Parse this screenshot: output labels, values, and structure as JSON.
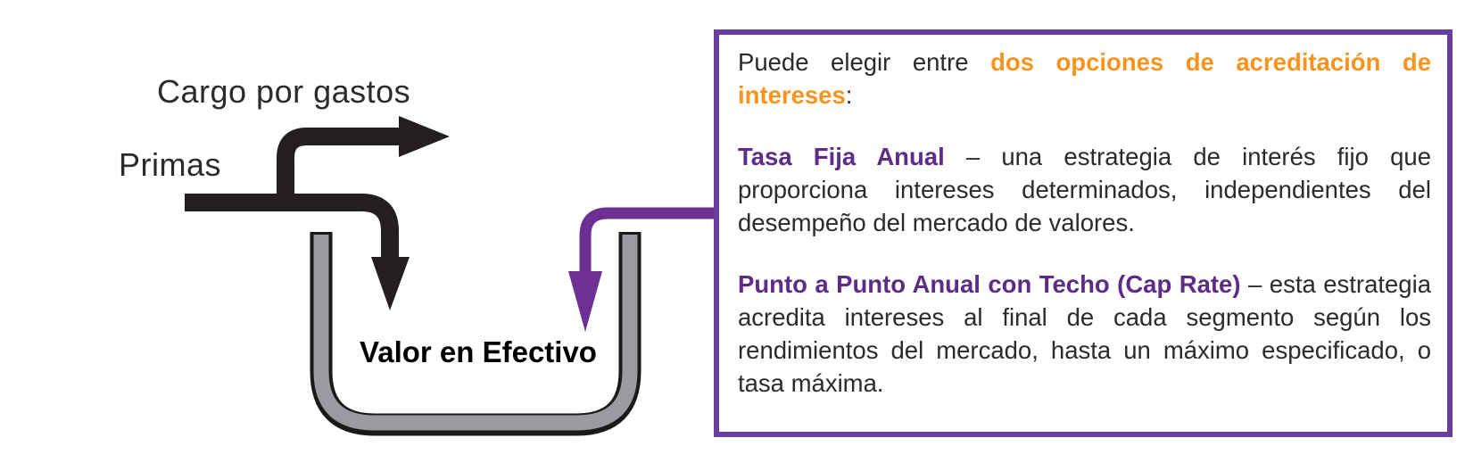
{
  "diagram": {
    "expense_label": "Cargo por gastos",
    "premiums_label": "Primas",
    "cash_value_label": "Valor en Efectivo"
  },
  "panel": {
    "intro": {
      "lead": "Puede elegir entre ",
      "highlight": "dos opciones de acreditación de intereses",
      "tail": ":"
    },
    "fixed_rate": {
      "heading": "Tasa Fija Anual",
      "body": " – una estrategia de interés fijo que proporciona intereses determinados, independientes del desempeño del mercado de valores."
    },
    "point_to_point": {
      "heading": "Punto a Punto Anual con Techo (Cap Rate)",
      "body": " – esta estrategia acredita intereses al final de cada segmento según los rendimientos del mercado, hasta un máximo especificado, o tasa máxima."
    }
  },
  "colors": {
    "arrow-black": "#231F20",
    "arrow-purple": "#6E2F94",
    "bucket-gray": "#9B9B9F",
    "bucket-outline": "#1A1A1A",
    "panel-border": "#6A3E9E",
    "highlight-orange": "#F7941D",
    "heading-purple": "#5E2C87",
    "text-dark": "#2B2A2E"
  }
}
